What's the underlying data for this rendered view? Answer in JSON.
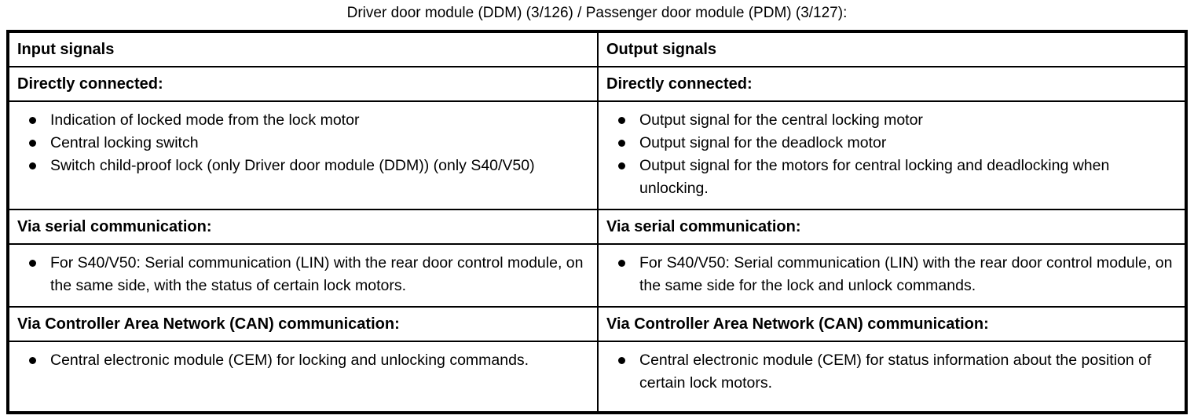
{
  "document": {
    "title": "Driver door module (DDM) (3/126) / Passenger door module (PDM) (3/127):"
  },
  "table": {
    "columns": [
      {
        "header": "Input signals"
      },
      {
        "header": "Output signals"
      }
    ],
    "sections": [
      {
        "left_heading": "Directly connected:",
        "right_heading": "Directly connected:",
        "left_items": [
          "Indication of locked mode from the lock motor",
          "Central locking switch",
          "Switch child-proof lock (only Driver door module (DDM)) (only S40/V50)"
        ],
        "right_items": [
          "Output signal for the central locking motor",
          "Output signal for the deadlock motor",
          "Output signal for the motors for central locking and deadlocking when unlocking."
        ]
      },
      {
        "left_heading": "Via serial communication:",
        "right_heading": "Via serial communication:",
        "left_items": [
          "For S40/V50: Serial communication (LIN) with the rear door control module, on the same side, with the status of certain lock motors."
        ],
        "right_items": [
          "For S40/V50: Serial communication (LIN) with the rear door control module, on the same side for the lock and unlock commands."
        ]
      },
      {
        "left_heading": "Via Controller Area Network (CAN) communication:",
        "right_heading": "Via Controller Area Network (CAN) communication:",
        "left_items": [
          "Central electronic module (CEM) for locking and unlocking commands."
        ],
        "right_items": [
          "Central electronic module (CEM) for status information about the position of certain lock motors."
        ]
      }
    ]
  },
  "colors": {
    "border": "#000000",
    "text": "#000000",
    "background": "#ffffff"
  }
}
